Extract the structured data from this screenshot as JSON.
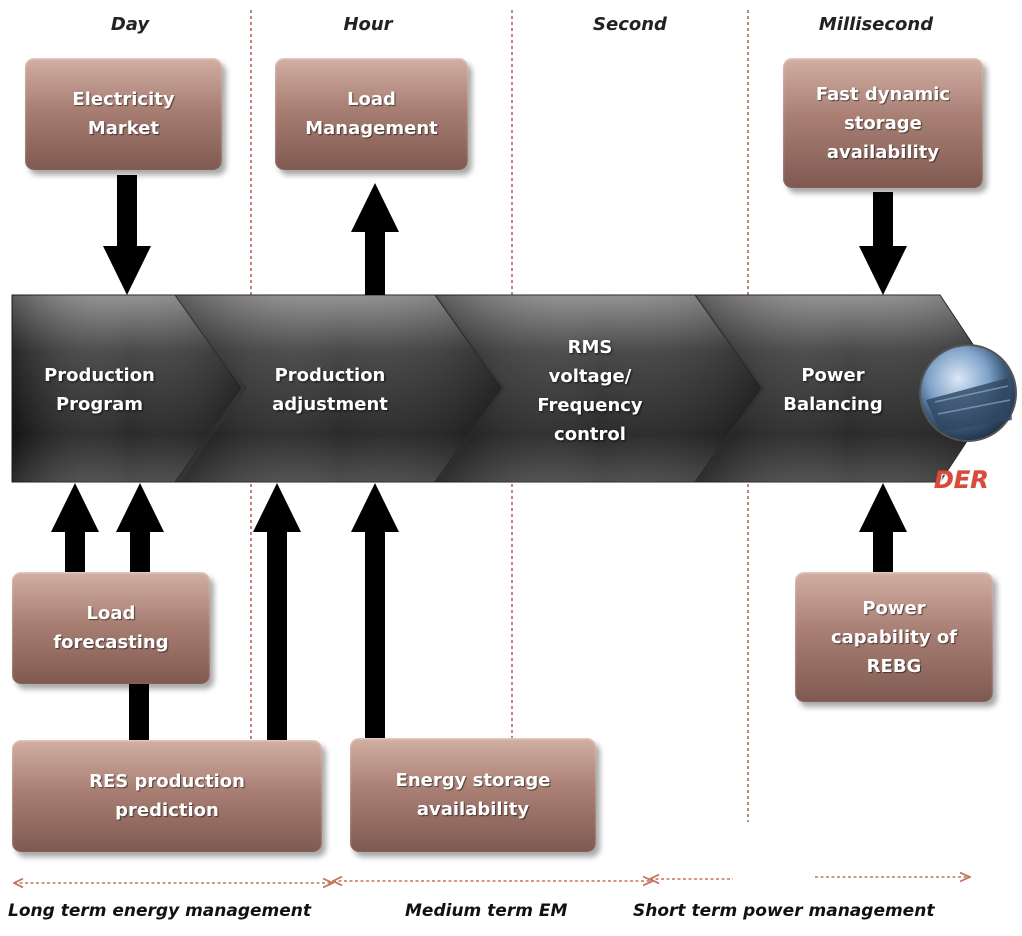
{
  "columns": {
    "day": "Day",
    "hour": "Hour",
    "second": "Second",
    "millisecond": "Millisecond"
  },
  "stages": {
    "production_program": "Production\nProgram",
    "production_adjustment": "Production\nadjustment",
    "rms_control": "RMS\nvoltage/\nFrequency\ncontrol",
    "power_balancing": "Power\nBalancing"
  },
  "boxes": {
    "electricity_market": "Electricity\nMarket",
    "load_management": "Load\nManagement",
    "fast_dynamic_storage": "Fast dynamic\nstorage\navailability",
    "load_forecasting": "Load\nforecasting",
    "res_production_prediction": "RES production\nprediction",
    "energy_storage_availability": "Energy storage\navailability",
    "power_capability": "Power\ncapability of\nREBG"
  },
  "der_label": "DER",
  "timescales": {
    "long_term": "Long term energy management",
    "medium_term": "Medium term EM",
    "short_term": "Short term power management"
  },
  "colors": {
    "box_fill": "#a97f74",
    "chevron_fill": "#3a3a3a",
    "divider": "#b5655a",
    "timescale_arrow": "#c4755e",
    "der_text": "#d94a3a"
  }
}
